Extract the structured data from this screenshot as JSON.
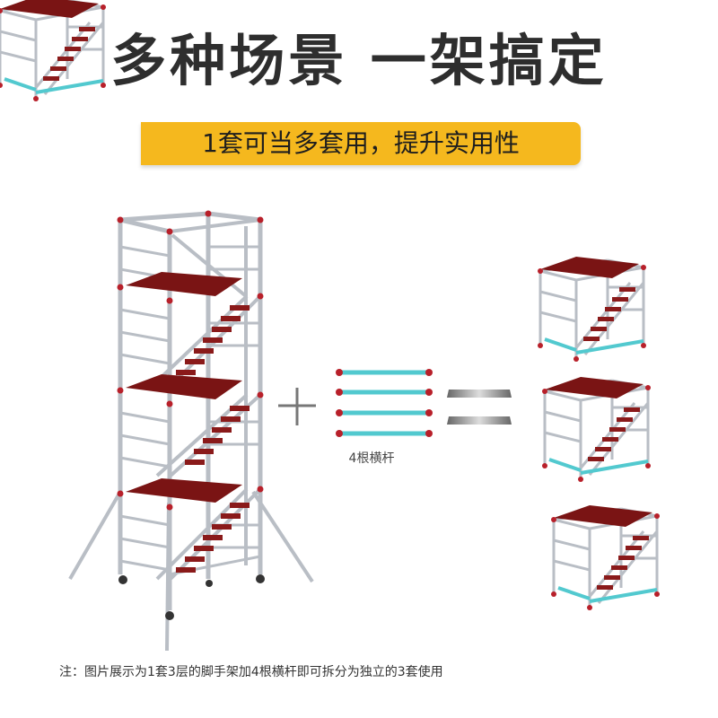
{
  "title": "多种场景 一架搞定",
  "subtitle": "1套可当多套用，提升实用性",
  "bars_caption": "4根横杆",
  "note": "注：图片展示为1套3层的脚手架加4根横杆即可拆分为独立的3套使用",
  "colors": {
    "banner": "#f5b81e",
    "frame": "#c8ccd2",
    "platform": "#7a1414",
    "bar": "#52c9cf",
    "bar_end": "#b8202a"
  },
  "icons": {
    "plus": "plus-icon",
    "equals": "equals-icon"
  }
}
